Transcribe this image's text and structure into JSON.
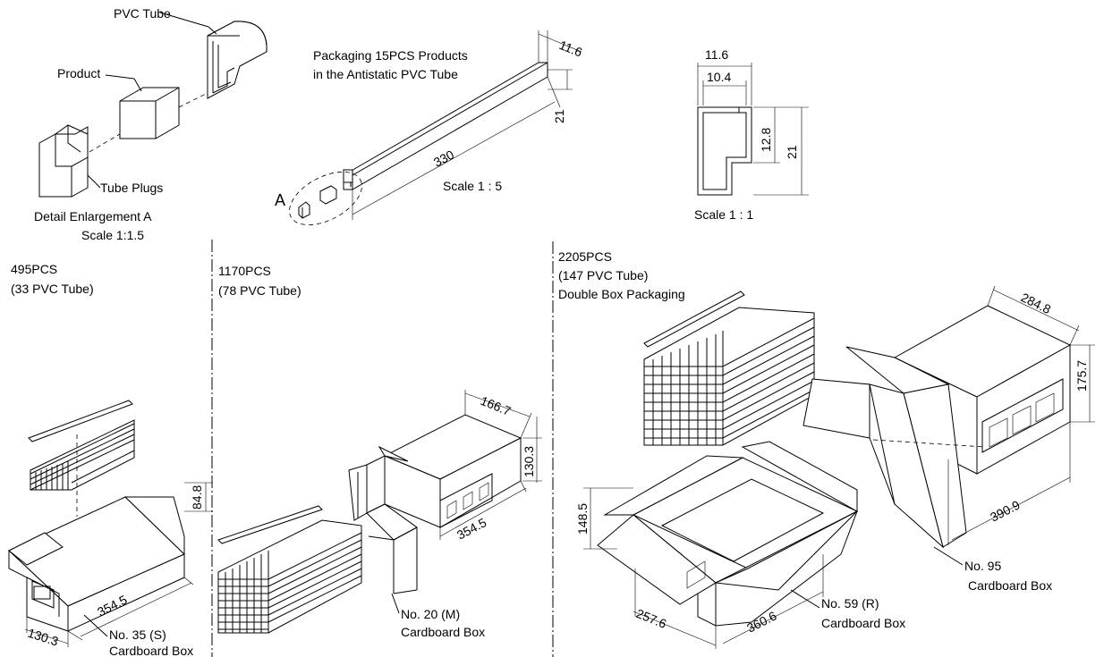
{
  "detail": {
    "pvc_tube": "PVC Tube",
    "product": "Product",
    "tube_plugs": "Tube Plugs",
    "title": "Detail Enlargement A",
    "scale": "Scale 1:1.5"
  },
  "tube": {
    "caption_1": "Packaging 15PCS Products",
    "caption_2": "in the Antistatic PVC Tube",
    "length": "330",
    "width": "11.6",
    "height": "21",
    "scale": "Scale 1 : 5",
    "marker": "A"
  },
  "section": {
    "outer_width": "11.6",
    "inner_width": "10.4",
    "step": "12.8",
    "height": "21",
    "scale": "Scale 1 : 1"
  },
  "pack_s": {
    "qty": "495PCS",
    "tubes": "(33 PVC Tube)",
    "height": "84.8",
    "length": "354.5",
    "width": "130.3",
    "box_1": "No. 35 (S)",
    "box_2": "Cardboard Box"
  },
  "pack_m": {
    "qty": "1170PCS",
    "tubes": "(78 PVC Tube)",
    "width": "166.7",
    "height": "130.3",
    "length": "354.5",
    "box_1": "No. 20 (M)",
    "box_2": "Cardboard Box"
  },
  "pack_l": {
    "qty": "2205PCS",
    "tubes": "(147 PVC Tube)",
    "note": "Double Box Packaging",
    "outer_width": "284.8",
    "outer_height": "175.7",
    "outer_length": "390.9",
    "outer_box_1": "No. 95",
    "outer_box_2": "Cardboard Box",
    "inner_height": "148.5",
    "inner_width": "257.6",
    "inner_length": "360.6",
    "inner_box_1": "No. 59 (R)",
    "inner_box_2": "Cardboard Box"
  }
}
